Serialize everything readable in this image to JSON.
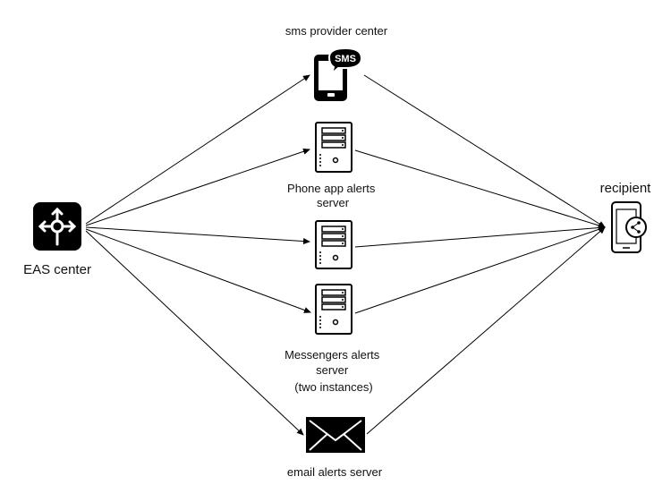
{
  "nodes": {
    "eas_center": {
      "label": "EAS center",
      "icon": "router-hub-icon"
    },
    "sms_provider": {
      "label": "sms provider center",
      "icon": "sms-phone-icon",
      "badge": "SMS"
    },
    "phone_app_server": {
      "label_lines": [
        "Phone app alerts",
        "server"
      ],
      "icon": "server-icon"
    },
    "messenger_server_1": {
      "icon": "server-icon"
    },
    "messenger_server_2": {
      "label_lines": [
        "Messengers alerts",
        "server",
        "(two instances)"
      ],
      "icon": "server-icon"
    },
    "email_server": {
      "label": "email alerts server",
      "icon": "envelope-icon"
    },
    "recipient": {
      "label": "recipient",
      "icon": "phone-share-icon"
    }
  },
  "edges": [
    {
      "from": "eas_center",
      "to": "sms_provider"
    },
    {
      "from": "eas_center",
      "to": "phone_app_server"
    },
    {
      "from": "eas_center",
      "to": "messenger_server_1"
    },
    {
      "from": "eas_center",
      "to": "messenger_server_2"
    },
    {
      "from": "eas_center",
      "to": "email_server"
    },
    {
      "from": "sms_provider",
      "to": "recipient"
    },
    {
      "from": "phone_app_server",
      "to": "recipient"
    },
    {
      "from": "messenger_server_1",
      "to": "recipient"
    },
    {
      "from": "messenger_server_2",
      "to": "recipient"
    },
    {
      "from": "email_server",
      "to": "recipient"
    }
  ],
  "colors": {
    "line": "#000000",
    "icon": "#000000",
    "text": "#111111"
  }
}
